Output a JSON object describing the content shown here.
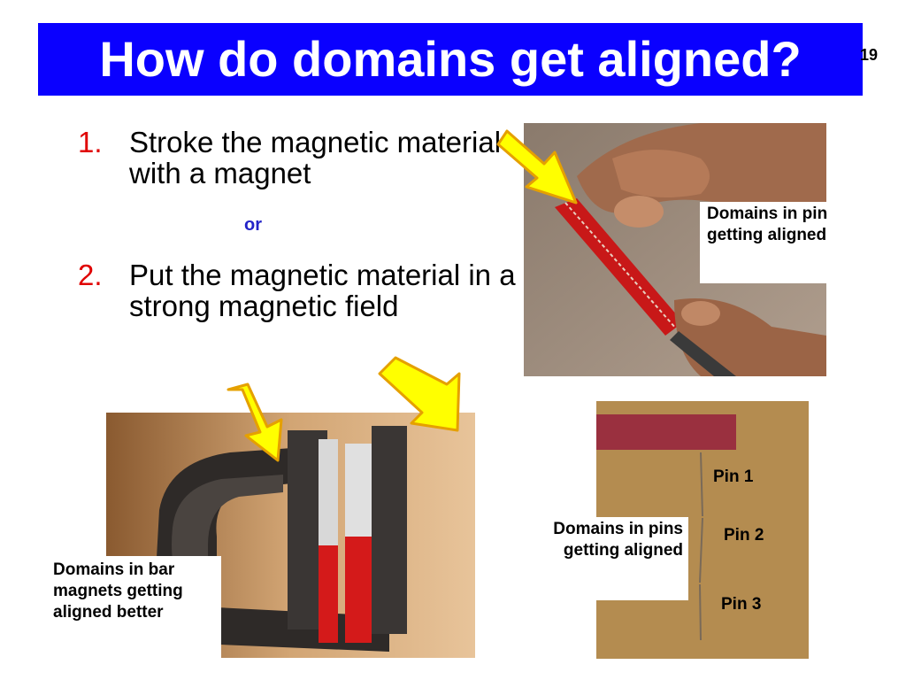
{
  "title": "How do domains get aligned?",
  "slide_number": "19",
  "bullets": [
    {
      "number": "1.",
      "text": "Stroke the magnetic material with a magnet"
    },
    {
      "number": "2.",
      "text": "Put the magnetic material in a strong magnetic field"
    }
  ],
  "connector": "or",
  "labels": {
    "pin_stroke": "Domains in pin getting aligned",
    "bar_magnets": "Domains in bar magnets getting aligned better",
    "pins": "Domains in pins getting aligned"
  },
  "pins": [
    "Pin 1",
    "Pin 2",
    "Pin 3"
  ],
  "colors": {
    "title_bar": "#0a00ff",
    "bullet_number": "#e00000",
    "connector": "#2323c8",
    "arrow_fill": "#ffff00",
    "arrow_stroke": "#e5a000"
  }
}
